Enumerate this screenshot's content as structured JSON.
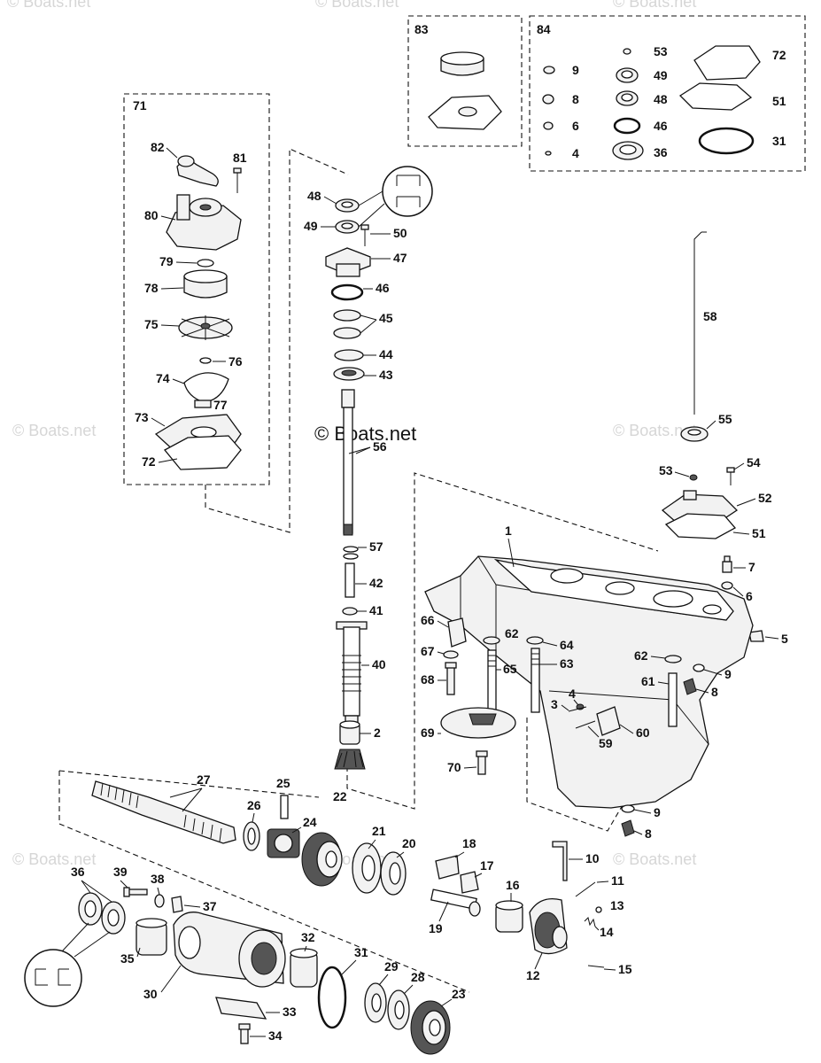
{
  "watermark": "© Boats.net",
  "center_watermark": "© Boats.net",
  "group_labels": {
    "g71": "71",
    "g83": "83",
    "g84": "84"
  },
  "callouts": {
    "c82": "82",
    "c81": "81",
    "c80": "80",
    "c79": "79",
    "c78": "78",
    "c75": "75",
    "c76": "76",
    "c74": "74",
    "c77": "77",
    "c73": "73",
    "c72a": "72",
    "c9a": "9",
    "c8a": "8",
    "c6a": "6",
    "c4a": "4",
    "c53a": "53",
    "c49a": "49",
    "c48a": "48",
    "c46a": "46",
    "c36a": "36",
    "c72b": "72",
    "c51a": "51",
    "c31a": "31",
    "c48": "48",
    "c49": "49",
    "c50": "50",
    "c47": "47",
    "c46": "46",
    "c45": "45",
    "c44": "44",
    "c43": "43",
    "c56": "56",
    "c57": "57",
    "c42": "42",
    "c41": "41",
    "c40": "40",
    "c2": "2",
    "c22": "22",
    "c58": "58",
    "c55": "55",
    "c53": "53",
    "c54": "54",
    "c52": "52",
    "c51": "51",
    "c7": "7",
    "c6": "6",
    "c5": "5",
    "c1": "1",
    "c66": "66",
    "c67": "67",
    "c68": "68",
    "c62a": "62",
    "c64": "64",
    "c65": "65",
    "c63": "63",
    "c62b": "62",
    "c9b": "9",
    "c61": "61",
    "c8b": "8",
    "c3": "3",
    "c4": "4",
    "c60": "60",
    "c59": "59",
    "c69": "69",
    "c70": "70",
    "c9c": "9",
    "c8c": "8",
    "c27": "27",
    "c25": "25",
    "c26": "26",
    "c24": "24",
    "c21": "21",
    "c20": "20",
    "c18": "18",
    "c17": "17",
    "c19": "19",
    "c16": "16",
    "c10": "10",
    "c11": "11",
    "c13": "13",
    "c14": "14",
    "c12": "12",
    "c15": "15",
    "c36": "36",
    "c39": "39",
    "c38": "38",
    "c37": "37",
    "c35": "35",
    "c30": "30",
    "c32": "32",
    "c31": "31",
    "c29": "29",
    "c28": "28",
    "c23": "23",
    "c33": "33",
    "c34": "34"
  }
}
